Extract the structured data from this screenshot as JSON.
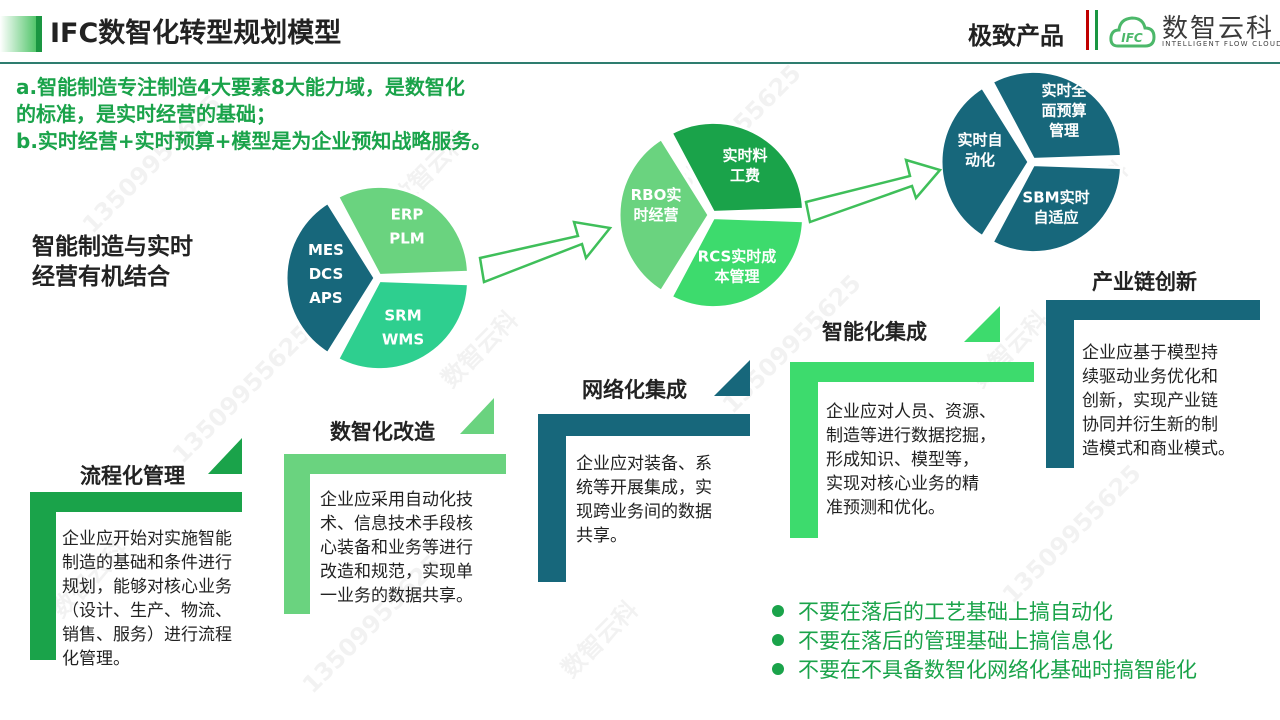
{
  "title": "IFC数智化转型规划模型",
  "brand": {
    "slogan": "极致产品",
    "name": "数智云科",
    "sub": "INTELLIGENT FLOW CLOUD",
    "logo_text": "IFC",
    "logo_icon": "cloud-logo-icon"
  },
  "intro": [
    "a.智能制造专注制造4大要素8大能力域，是数智化",
    "的标准，是实时经营的基础；",
    "b.实时经营+实时预算+模型是为企业预知战略服务。"
  ],
  "combo_heading": [
    "智能制造与实时",
    "经营有机结合"
  ],
  "wheels": [
    {
      "segments": [
        {
          "lines": [
            "MES",
            "DCS",
            "APS"
          ],
          "color": "#17677b"
        },
        {
          "lines": [
            "ERP",
            "PLM"
          ],
          "color": "#6ad37f"
        },
        {
          "lines": [
            "SRM",
            "WMS"
          ],
          "color": "#2ecf8f"
        }
      ]
    },
    {
      "segments": [
        {
          "lines": [
            "RBO实",
            "时经营"
          ],
          "color": "#6ad37f"
        },
        {
          "lines": [
            "实时料",
            "工费"
          ],
          "color": "#1aa34a"
        },
        {
          "lines": [
            "RCS实时成",
            "本管理"
          ],
          "color": "#3ddb6d"
        }
      ]
    },
    {
      "segments": [
        {
          "lines": [
            "实时自",
            "动化"
          ],
          "color": "#17677b"
        },
        {
          "lines": [
            "实时全",
            "面预算",
            "管理"
          ],
          "color": "#17677b"
        },
        {
          "lines": [
            "SBM实时",
            "自适应"
          ],
          "color": "#17677b"
        }
      ]
    }
  ],
  "stages": [
    {
      "title": "流程化管理",
      "color": "#1aa34a",
      "lines": [
        "企业应开始对实施智能",
        "制造的基础和条件进行",
        "规划，能够对核心业务",
        "（设计、生产、物流、",
        "销售、服务）进行流程",
        "化管理。"
      ]
    },
    {
      "title": "数智化改造",
      "color": "#6ad37f",
      "lines": [
        "企业应采用自动化技",
        "术、信息技术手段核",
        "心装备和业务等进行",
        "改造和规范，实现单",
        "一业务的数据共享。"
      ]
    },
    {
      "title": "网络化集成",
      "color": "#17677b",
      "lines": [
        "企业应对装备、系",
        "统等开展集成，实",
        "现跨业务间的数据",
        "共享。"
      ]
    },
    {
      "title": "智能化集成",
      "color": "#3ddb6d",
      "lines": [
        "企业应对人员、资源、",
        "制造等进行数据挖掘，",
        "形成知识、模型等，",
        "实现对核心业务的精",
        "准预测和优化。"
      ]
    },
    {
      "title": "产业链创新",
      "color": "#17677b",
      "lines": [
        "企业应基于模型持",
        "续驱动业务优化和",
        "创新，实现产业链",
        "协同并衍生新的制",
        "造模式和商业模式。"
      ]
    }
  ],
  "bullets": [
    "不要在落后的工艺基础上搞自动化",
    "不要在落后的管理基础上搞信息化",
    "不要在不具备数智化网络化基础时搞智能化"
  ],
  "watermark": {
    "phone": "13509955625",
    "name": "数智云科"
  }
}
